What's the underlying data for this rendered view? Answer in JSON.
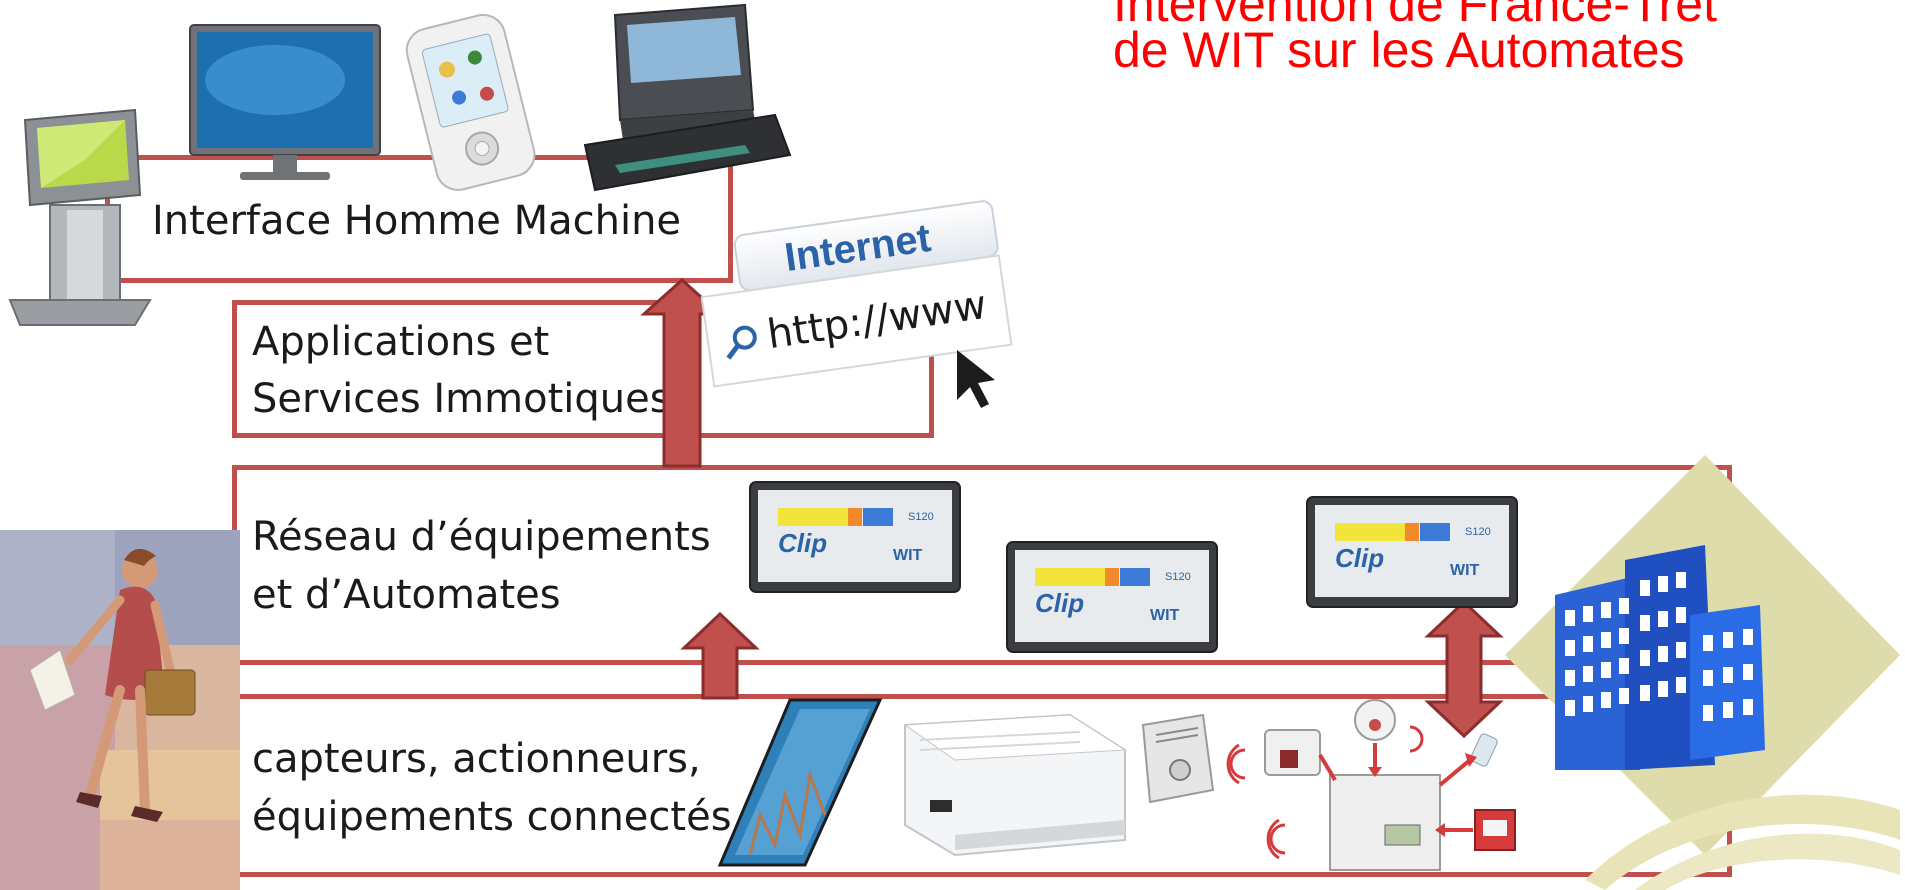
{
  "title": {
    "line1": "Intervention de France-Tret",
    "line2": "de WIT sur les Automates",
    "color": "#ff0000"
  },
  "layers": {
    "hmi": "Interface Homme Machine",
    "apps_line1": "Applications et",
    "apps_line2": "Services Immotiques",
    "network_line1": "Réseau d’équipements",
    "network_line2": "et d’Automates",
    "devices_line1": "capteurs, actionneurs,",
    "devices_line2": "équipements connectés"
  },
  "browser": {
    "tab_label": "Internet",
    "url_text": "http://www"
  },
  "controller": {
    "brand": "Clip",
    "maker": "WIT",
    "model": "S120"
  },
  "colors": {
    "layer_border": "#c0504d",
    "arrow_fill": "#c0504d",
    "arrow_stroke": "#8b2e2b"
  }
}
